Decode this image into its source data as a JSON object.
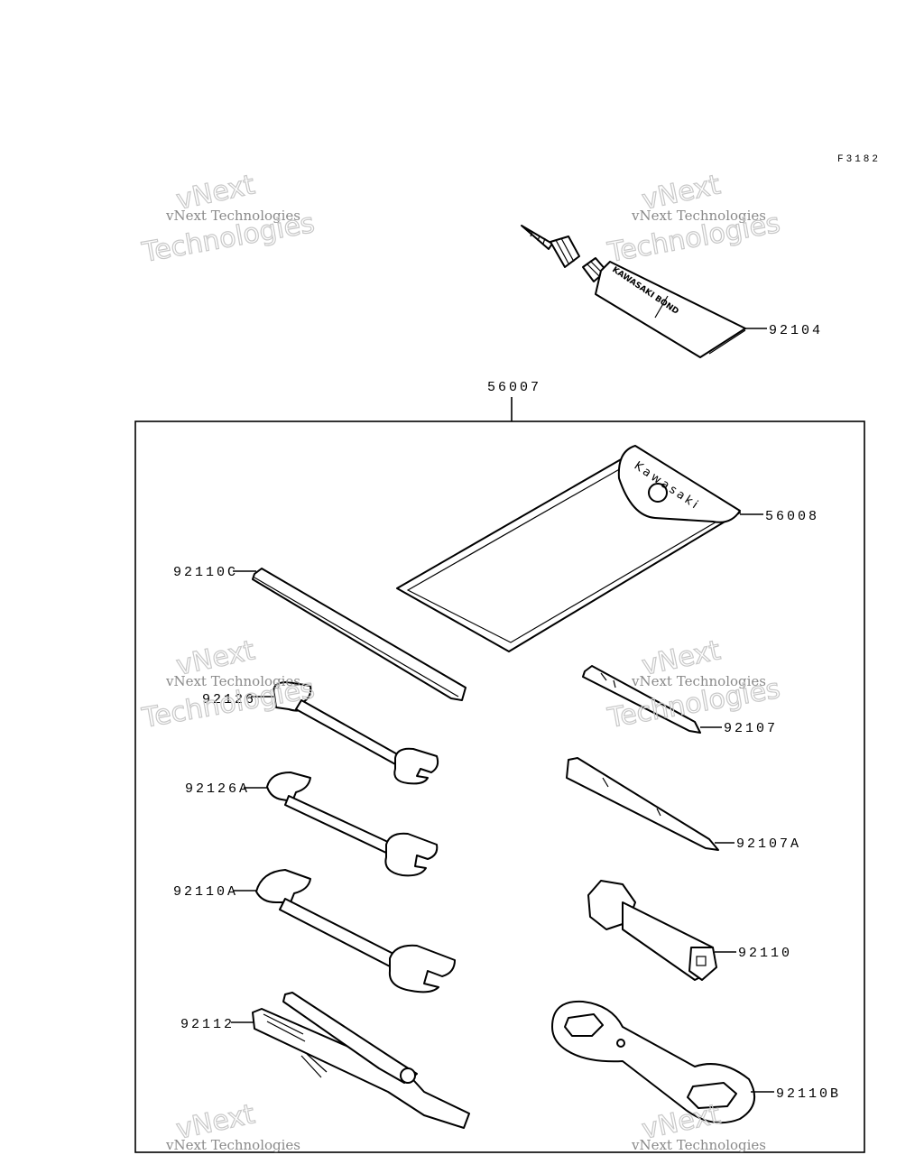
{
  "diagram": {
    "figure_code": "F3182",
    "kit_label": "56007",
    "watermark": {
      "line1": "vNext Technologies",
      "line2": "Technologies",
      "line3": "vNext"
    },
    "tube_text": "KAWASAKI BOND",
    "pouch_text": "Kawasaki",
    "parts": [
      {
        "id": "92104"
      },
      {
        "id": "56008"
      },
      {
        "id": "92110C"
      },
      {
        "id": "92126"
      },
      {
        "id": "92107"
      },
      {
        "id": "92126A"
      },
      {
        "id": "92107A"
      },
      {
        "id": "92110A"
      },
      {
        "id": "92110"
      },
      {
        "id": "92112"
      },
      {
        "id": "92110B"
      }
    ]
  }
}
